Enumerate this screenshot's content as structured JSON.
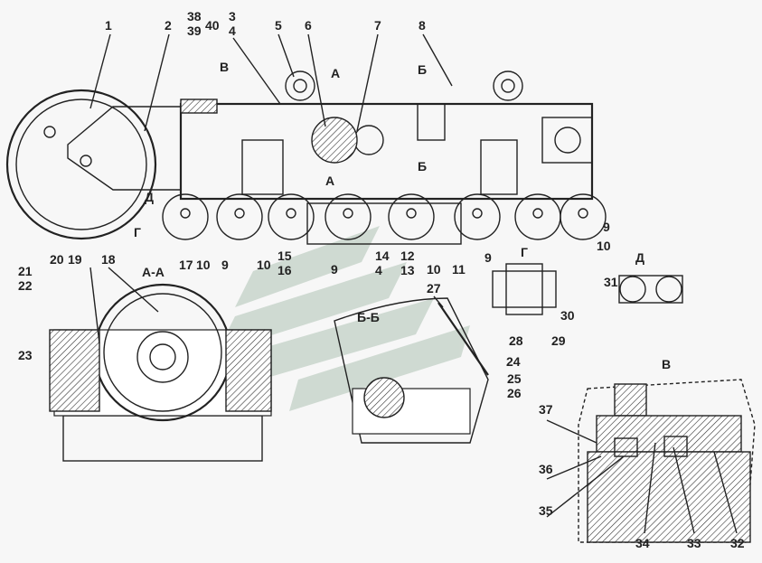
{
  "title_labels": {
    "section_aa": "А-А",
    "section_bb": "Б-Б",
    "view_g": "Г",
    "view_d": "Д",
    "view_v": "В",
    "mark_v": "В",
    "mark_a_top": "А",
    "mark_a_bottom": "А",
    "mark_b_top": "Б",
    "mark_b_bottom": "Б",
    "mark_d": "Д",
    "mark_g": "Г"
  },
  "callouts": {
    "top": [
      "1",
      "2",
      "38",
      "39",
      "40",
      "3",
      "4",
      "5",
      "6",
      "7",
      "8"
    ],
    "bottom": [
      "9",
      "17",
      "10",
      "9",
      "10",
      "15",
      "16",
      "9",
      "14",
      "4",
      "12",
      "13",
      "10",
      "11",
      "9",
      "10"
    ],
    "section_aa": [
      "21",
      "22",
      "20",
      "19",
      "18",
      "23"
    ],
    "section_bb": [
      "27",
      "24",
      "25",
      "26"
    ],
    "view_g": [
      "28",
      "30",
      "29"
    ],
    "view_d": [
      "31"
    ],
    "view_v": [
      "37",
      "36",
      "35",
      "34",
      "33",
      "32"
    ]
  },
  "colors": {
    "watermark": "#c9d6cc",
    "line": "#222222"
  }
}
